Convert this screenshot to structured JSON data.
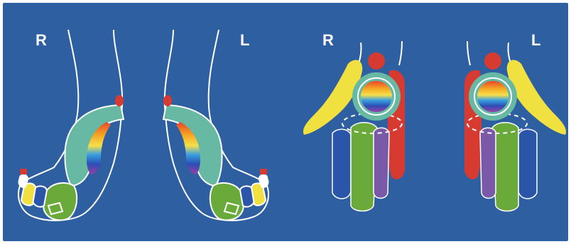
{
  "labels": {
    "feet_right": "R",
    "feet_left": "L",
    "hands_right": "R",
    "hands_left": "L"
  },
  "colors": {
    "background": "#2e5fa0",
    "outline": "#ffffff",
    "teal": "#67b9a4",
    "green": "#6aaa3a",
    "yellow": "#f0e040",
    "red": "#d63a30",
    "blue": "#2a55a8",
    "purple": "#7a5aa8",
    "orange": "#f08a28"
  }
}
